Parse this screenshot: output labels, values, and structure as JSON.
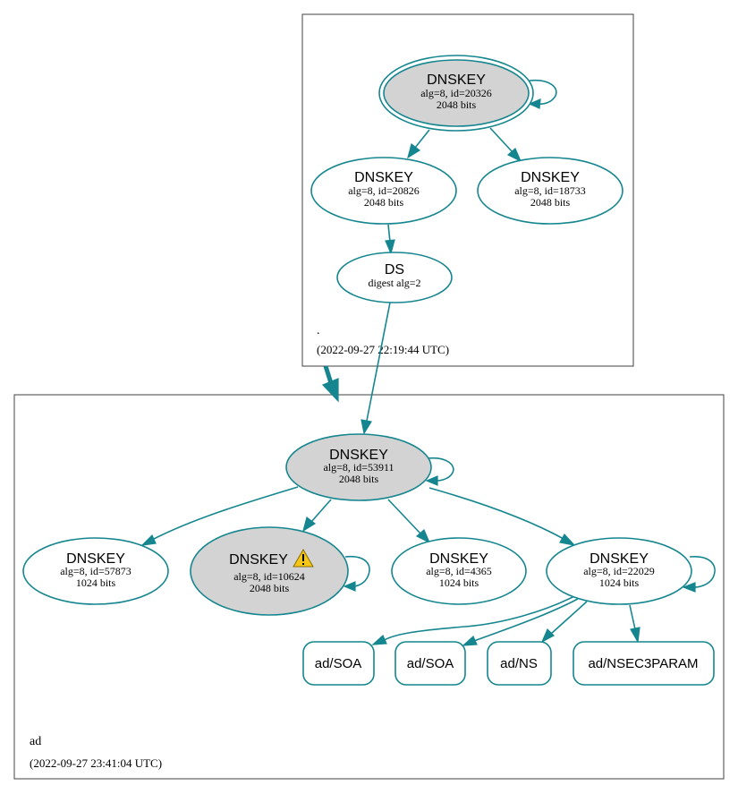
{
  "colors": {
    "edge": "#15868f",
    "ksk_fill": "#d3d3d3",
    "node_fill": "#ffffff",
    "warning": "#f5c518"
  },
  "root_zone": {
    "name": ".",
    "timestamp": "(2022-09-27 22:19:44 UTC)",
    "ksk": {
      "title": "DNSKEY",
      "line1": "alg=8, id=20326",
      "line2": "2048 bits"
    },
    "zsk1": {
      "title": "DNSKEY",
      "line1": "alg=8, id=20826",
      "line2": "2048 bits"
    },
    "zsk2": {
      "title": "DNSKEY",
      "line1": "alg=8, id=18733",
      "line2": "2048 bits"
    },
    "ds": {
      "title": "DS",
      "line1": "digest alg=2"
    }
  },
  "ad_zone": {
    "name": "ad",
    "timestamp": "(2022-09-27 23:41:04 UTC)",
    "ksk": {
      "title": "DNSKEY",
      "line1": "alg=8, id=53911",
      "line2": "2048 bits"
    },
    "key_57873": {
      "title": "DNSKEY",
      "line1": "alg=8, id=57873",
      "line2": "1024 bits"
    },
    "key_10624": {
      "title": "DNSKEY",
      "line1": "alg=8, id=10624",
      "line2": "2048 bits",
      "warning_icon": "warning-icon"
    },
    "key_4365": {
      "title": "DNSKEY",
      "line1": "alg=8, id=4365",
      "line2": "1024 bits"
    },
    "key_22029": {
      "title": "DNSKEY",
      "line1": "alg=8, id=22029",
      "line2": "1024 bits"
    },
    "rrsets": [
      {
        "label": "ad/SOA"
      },
      {
        "label": "ad/SOA"
      },
      {
        "label": "ad/NS"
      },
      {
        "label": "ad/NSEC3PARAM"
      }
    ]
  }
}
